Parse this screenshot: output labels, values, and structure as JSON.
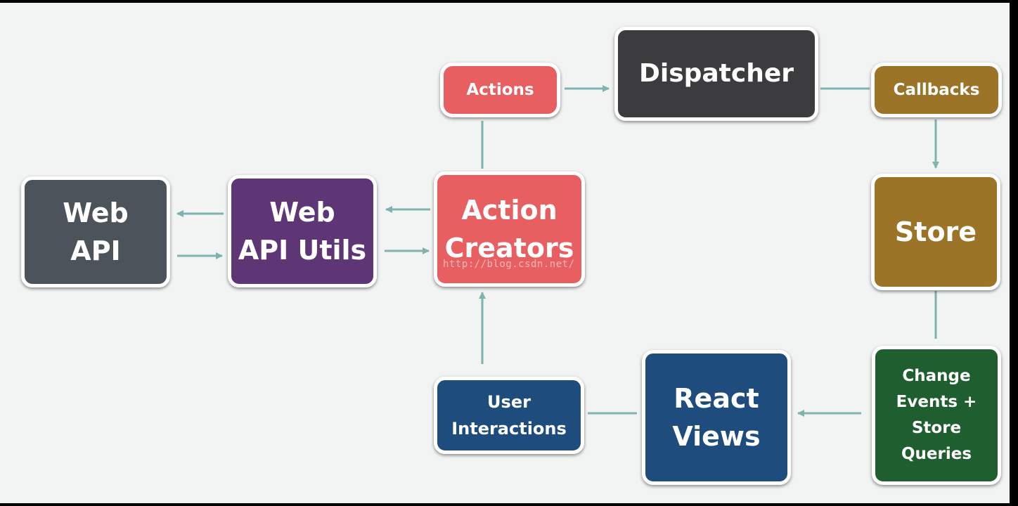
{
  "colors": {
    "background": "#f2f3f3",
    "arrow": "#7fb3b0",
    "web_api": "#4c535a",
    "web_api_utils": "#5e3575",
    "action_creators": "#e85f62",
    "actions": "#e85f62",
    "dispatcher": "#3c3b3d",
    "callbacks": "#9c7428",
    "store": "#9c7428",
    "change_events": "#1f5e2e",
    "react_views": "#1d4c7d",
    "user_interactions": "#1d4c7d"
  },
  "nodes": {
    "web_api": "Web\nAPI",
    "web_api_utils": "Web\nAPI Utils",
    "action_creators": "Action\nCreators",
    "actions": "Actions",
    "dispatcher": "Dispatcher",
    "callbacks": "Callbacks",
    "store": "Store",
    "change_events": "Change\nEvents +\nStore\nQueries",
    "react_views": "React\nViews",
    "user_interactions": "User\nInteractions"
  },
  "watermark": "http://blog.csdn.net/"
}
